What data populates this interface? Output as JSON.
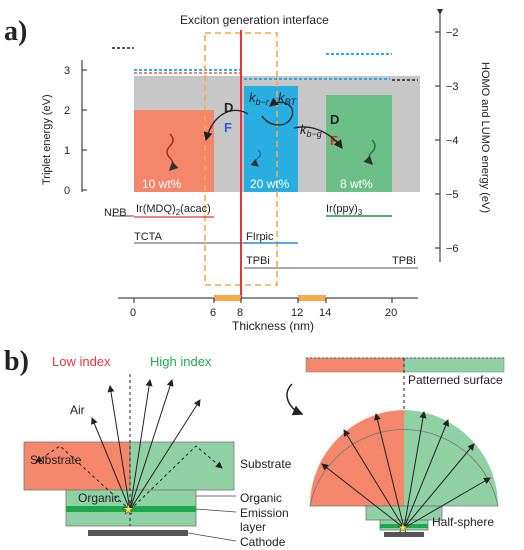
{
  "panel_a": {
    "label": "a)",
    "top_label": "Exciton generation interface",
    "left_axis_label": "Triplet energy (eV)",
    "right_axis_label": "HOMO and LUMO energy (eV)",
    "x_axis_label": "Thickness (nm)",
    "left_ticks": [
      "0",
      "1",
      "2",
      "3"
    ],
    "right_ticks": [
      "−2",
      "−3",
      "−4",
      "−5",
      "−6"
    ],
    "x_ticks": [
      "0",
      "6",
      "8",
      "12",
      "14",
      "20"
    ],
    "region_labels": {
      "red": "10 wt%",
      "blue": "20 wt%",
      "green": "8 wt%"
    },
    "material_labels": {
      "npb": "NPB",
      "irmdq": "Ir(MDQ)",
      "irmdq_sub": "2",
      "irmdq_tail": "(acac)",
      "tcta": "TCTA",
      "firpic": "FIrpic",
      "tpbi_mid": "TPBi",
      "tpbi_right": "TPBi",
      "irppy": "Ir(ppy)",
      "irppy_sub": "3"
    },
    "transfer_labels": {
      "kbr": "k",
      "kbr_sub": "b−r",
      "kbt": "k",
      "kbt_sub": "BT",
      "kbg": "k",
      "kbg_sub": "b−g"
    },
    "df_labels": {
      "d1": "D",
      "f1": "F",
      "d2": "D",
      "f2": "F"
    },
    "colors": {
      "red": "#f4866c",
      "blue": "#29aee2",
      "green": "#6cbf87",
      "gray": "#c7c7c7",
      "orange": "#f5a94a",
      "redline": "#e8343c"
    }
  },
  "panel_b": {
    "label": "b)",
    "low_index": "Low index",
    "high_index": "High index",
    "air": "Air",
    "substrate_left": "Substrate",
    "substrate_right": "Substrate",
    "organic_left": "Organic",
    "organic_right": "Organic",
    "emission": "Emission",
    "layer": "layer",
    "cathode": "Cathode",
    "patterned": "Patterned surface",
    "half_sphere": "Half-sphere",
    "colors": {
      "low": "#f4866c",
      "high": "#6cc48a",
      "low_text": "#e8343c",
      "high_text": "#22a852"
    }
  }
}
